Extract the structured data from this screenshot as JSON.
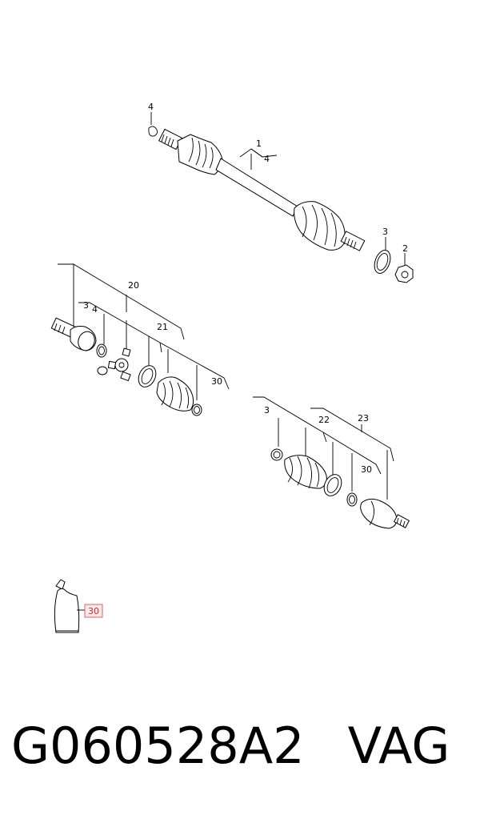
{
  "labels": {
    "l4_top": "4",
    "l1": "1",
    "l4_shaft": "4",
    "l3_top": "3",
    "l2": "2",
    "l20": "20",
    "l3_left": "3",
    "l4_left": "4",
    "l21": "21",
    "l30_left": "30",
    "l3_right": "3",
    "l22": "22",
    "l23": "23",
    "l30_right": "30",
    "l30_tube": "30"
  },
  "caption": {
    "part_number": "G060528A2",
    "brand": "VAG"
  },
  "colors": {
    "highlight_border": "#e06060",
    "highlight_fill": "#fde7e7",
    "line": "#000000"
  }
}
